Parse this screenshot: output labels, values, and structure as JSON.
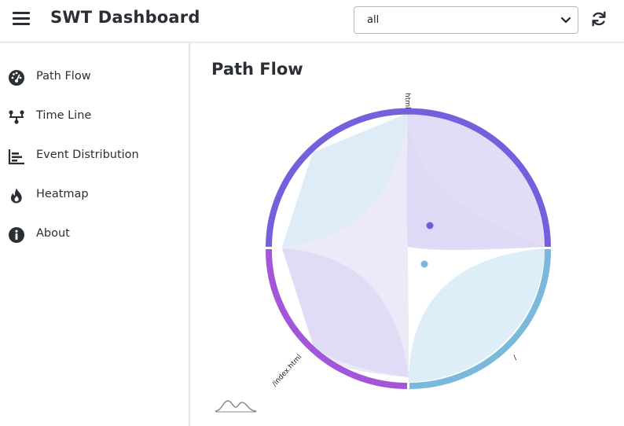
{
  "header": {
    "title": "SWT Dashboard",
    "filter": {
      "selected": "all"
    }
  },
  "sidebar": {
    "items": [
      {
        "label": "Path Flow",
        "icon": "gauge-icon"
      },
      {
        "label": "Time Line",
        "icon": "timeline-icon"
      },
      {
        "label": "Event Distribution",
        "icon": "bar-chart-icon"
      },
      {
        "label": "Heatmap",
        "icon": "fire-icon"
      },
      {
        "label": "About",
        "icon": "info-icon"
      }
    ]
  },
  "main": {
    "title": "Path Flow"
  },
  "chart_data": {
    "type": "chord",
    "groups": [
      {
        "label": "html",
        "color": "#7460dc"
      },
      {
        "label": "/",
        "color": "#7ab8dc"
      },
      {
        "label": "/index.html",
        "color": "#a456d8"
      }
    ],
    "ribbon_colors": [
      "#dcd7f4",
      "#ddeef8",
      "#d2d5f2"
    ]
  }
}
